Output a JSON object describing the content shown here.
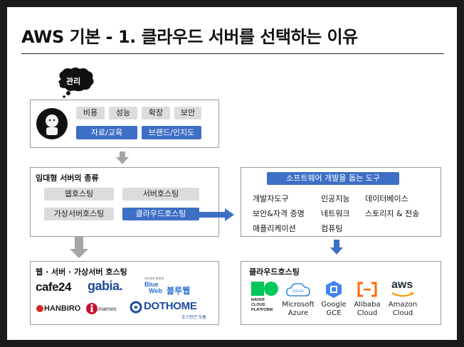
{
  "title": "AWS 기본 - 1. 클라우드 서버를 선택하는 이유",
  "management": {
    "bubble_label": "관리",
    "tags_gray": [
      "비용",
      "성능",
      "확장",
      "보안"
    ],
    "tags_blue": [
      "자료/교육",
      "브랜드/인지도"
    ]
  },
  "hosting_types": {
    "title": "임대형 서버의 종류",
    "items": [
      "웹호스팅",
      "서버호스팅",
      "가상서버호스팅",
      "클라우드호스팅"
    ]
  },
  "software_tools": {
    "header": "소프트웨어 개발을 돕는 도구",
    "items": [
      "개발자도구",
      "인공지능",
      "데이터베이스",
      "보안&자격 증명",
      "네트워크",
      "스토리지 & 전송",
      "애플리케이션",
      "컴퓨팅"
    ]
  },
  "web_hosting": {
    "title": "웹 · 서버 · 가상서버 호스팅",
    "logos": {
      "cafe24": "cafe24",
      "gabia": "gabia.",
      "blueweb_small": "인터넷의 파랑새",
      "blueweb_en_1": "Blue",
      "blueweb_en_2": "Web",
      "blueweb_kr": "블루웹",
      "hanbiro": "HANBIRO",
      "inames": "inames",
      "dothome": "DOTHOME",
      "dothome_sub": "호스팅은 닷홈"
    }
  },
  "cloud_hosting": {
    "title": "클라우드호스팅",
    "naver_lines": [
      "NAVER",
      "CLOUD",
      "PLATFORM"
    ],
    "azure_badge": "Azure",
    "aws_logo": "aws",
    "providers": [
      {
        "line1": "Microsoft",
        "line2": "Azure"
      },
      {
        "line1": "Google",
        "line2": "GCE"
      },
      {
        "line1": "Alibaba",
        "line2": "Cloud"
      },
      {
        "line1": "Amazon",
        "line2": "Cloud"
      }
    ]
  },
  "colors": {
    "accent_blue": "#3e6fc6",
    "tag_gray": "#dcdcdc",
    "arrow_gray": "#a6a6a6",
    "naver_green": "#03c75a",
    "alibaba_orange": "#ff6a00"
  }
}
